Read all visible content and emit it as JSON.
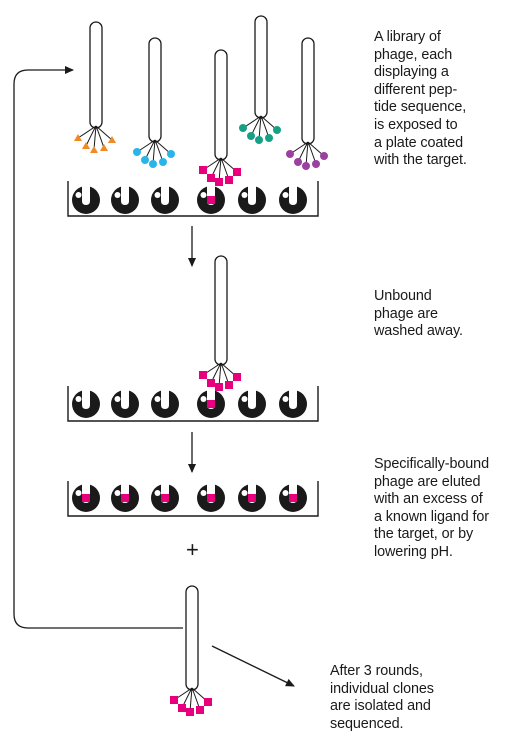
{
  "captions": {
    "step1": "A library of\nphage, each\ndisplaying a\ndifferent pep-\ntide sequence,\nis exposed to\na plate coated\nwith the target.",
    "step2": "Unbound\nphage are\nwashed away.",
    "step3": "Specifically-bound\nphage are eluted\nwith an excess of\na known ligand for\nthe target, or by\nlowering pH.",
    "step4": "After 3 rounds,\nindividual clones\nare isolated and\nsequenced."
  },
  "plus_sign": "+",
  "colors": {
    "ink": "#1a1a1a",
    "orange_peptide": "#f08a24",
    "cyan_peptide": "#29b5e8",
    "magenta_peptide": "#e6007e",
    "green_peptide": "#16a085",
    "purple_peptide": "#9b3fa0"
  },
  "icons": {
    "target": "target-icon",
    "phage": "phage-icon"
  }
}
